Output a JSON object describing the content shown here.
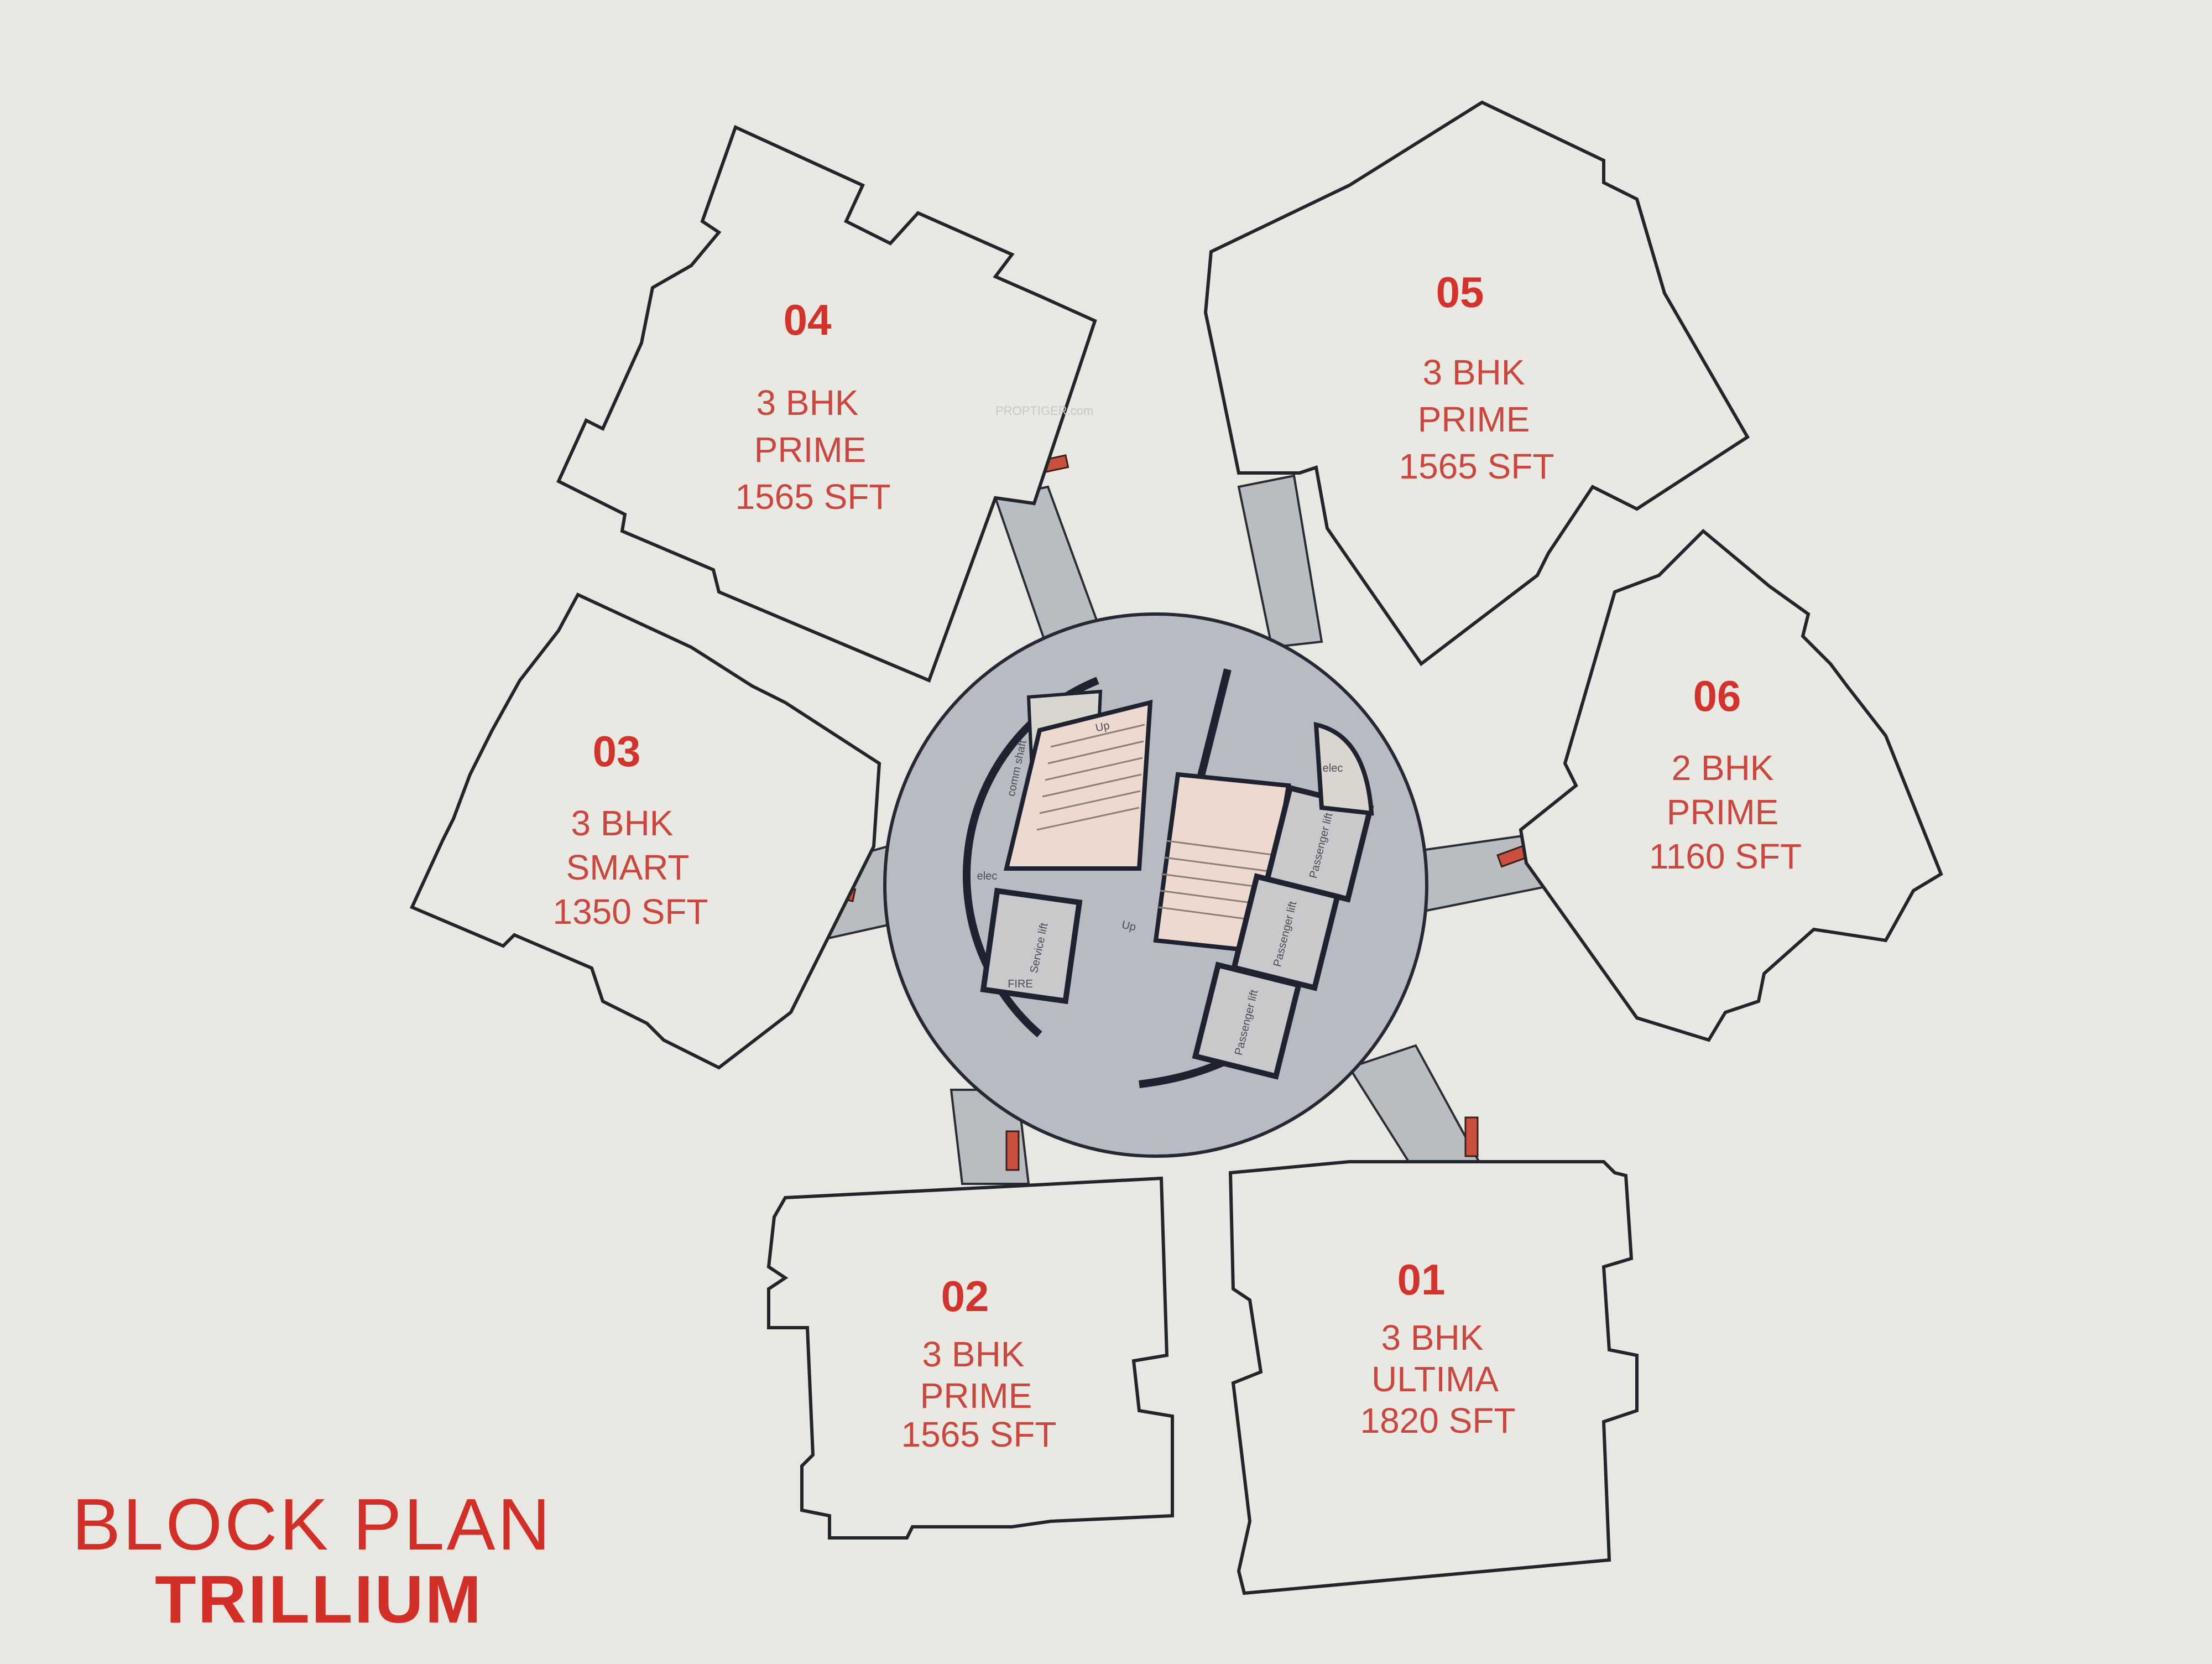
{
  "watermark": "PROPTIGER.com",
  "units": [
    {
      "id": "04",
      "type": "3 BHK",
      "variant": "PRIME",
      "area": "1565 SFT"
    },
    {
      "id": "05",
      "type": "3 BHK",
      "variant": "PRIME",
      "area": "1565 SFT"
    },
    {
      "id": "03",
      "type": "3 BHK",
      "variant": "SMART",
      "area": "1350 SFT"
    },
    {
      "id": "06",
      "type": "2 BHK",
      "variant": "PRIME",
      "area": "1160 SFT"
    },
    {
      "id": "02",
      "type": "3 BHK",
      "variant": "PRIME",
      "area": "1565 SFT"
    },
    {
      "id": "01",
      "type": "3 BHK",
      "variant": "ULTIMA",
      "area": "1820 SFT"
    }
  ],
  "core_labels": {
    "service_lift": "Service lift",
    "passenger_lift_1": "Passenger lift",
    "passenger_lift_2": "Passenger lift",
    "passenger_lift_3": "Passenger lift",
    "elec_1": "elec",
    "elec_2": "elec",
    "comm_shaft": "comm shaft",
    "up_1": "Up",
    "up_2": "Up",
    "fire": "FIRE"
  },
  "title": {
    "line1": "BLOCK PLAN",
    "line2": "TRILLIUM"
  },
  "colors": {
    "accent": "#d2332c",
    "wall": "#1f2230",
    "lobby": "#b8bcc2",
    "paper": "#e8e7e1"
  }
}
